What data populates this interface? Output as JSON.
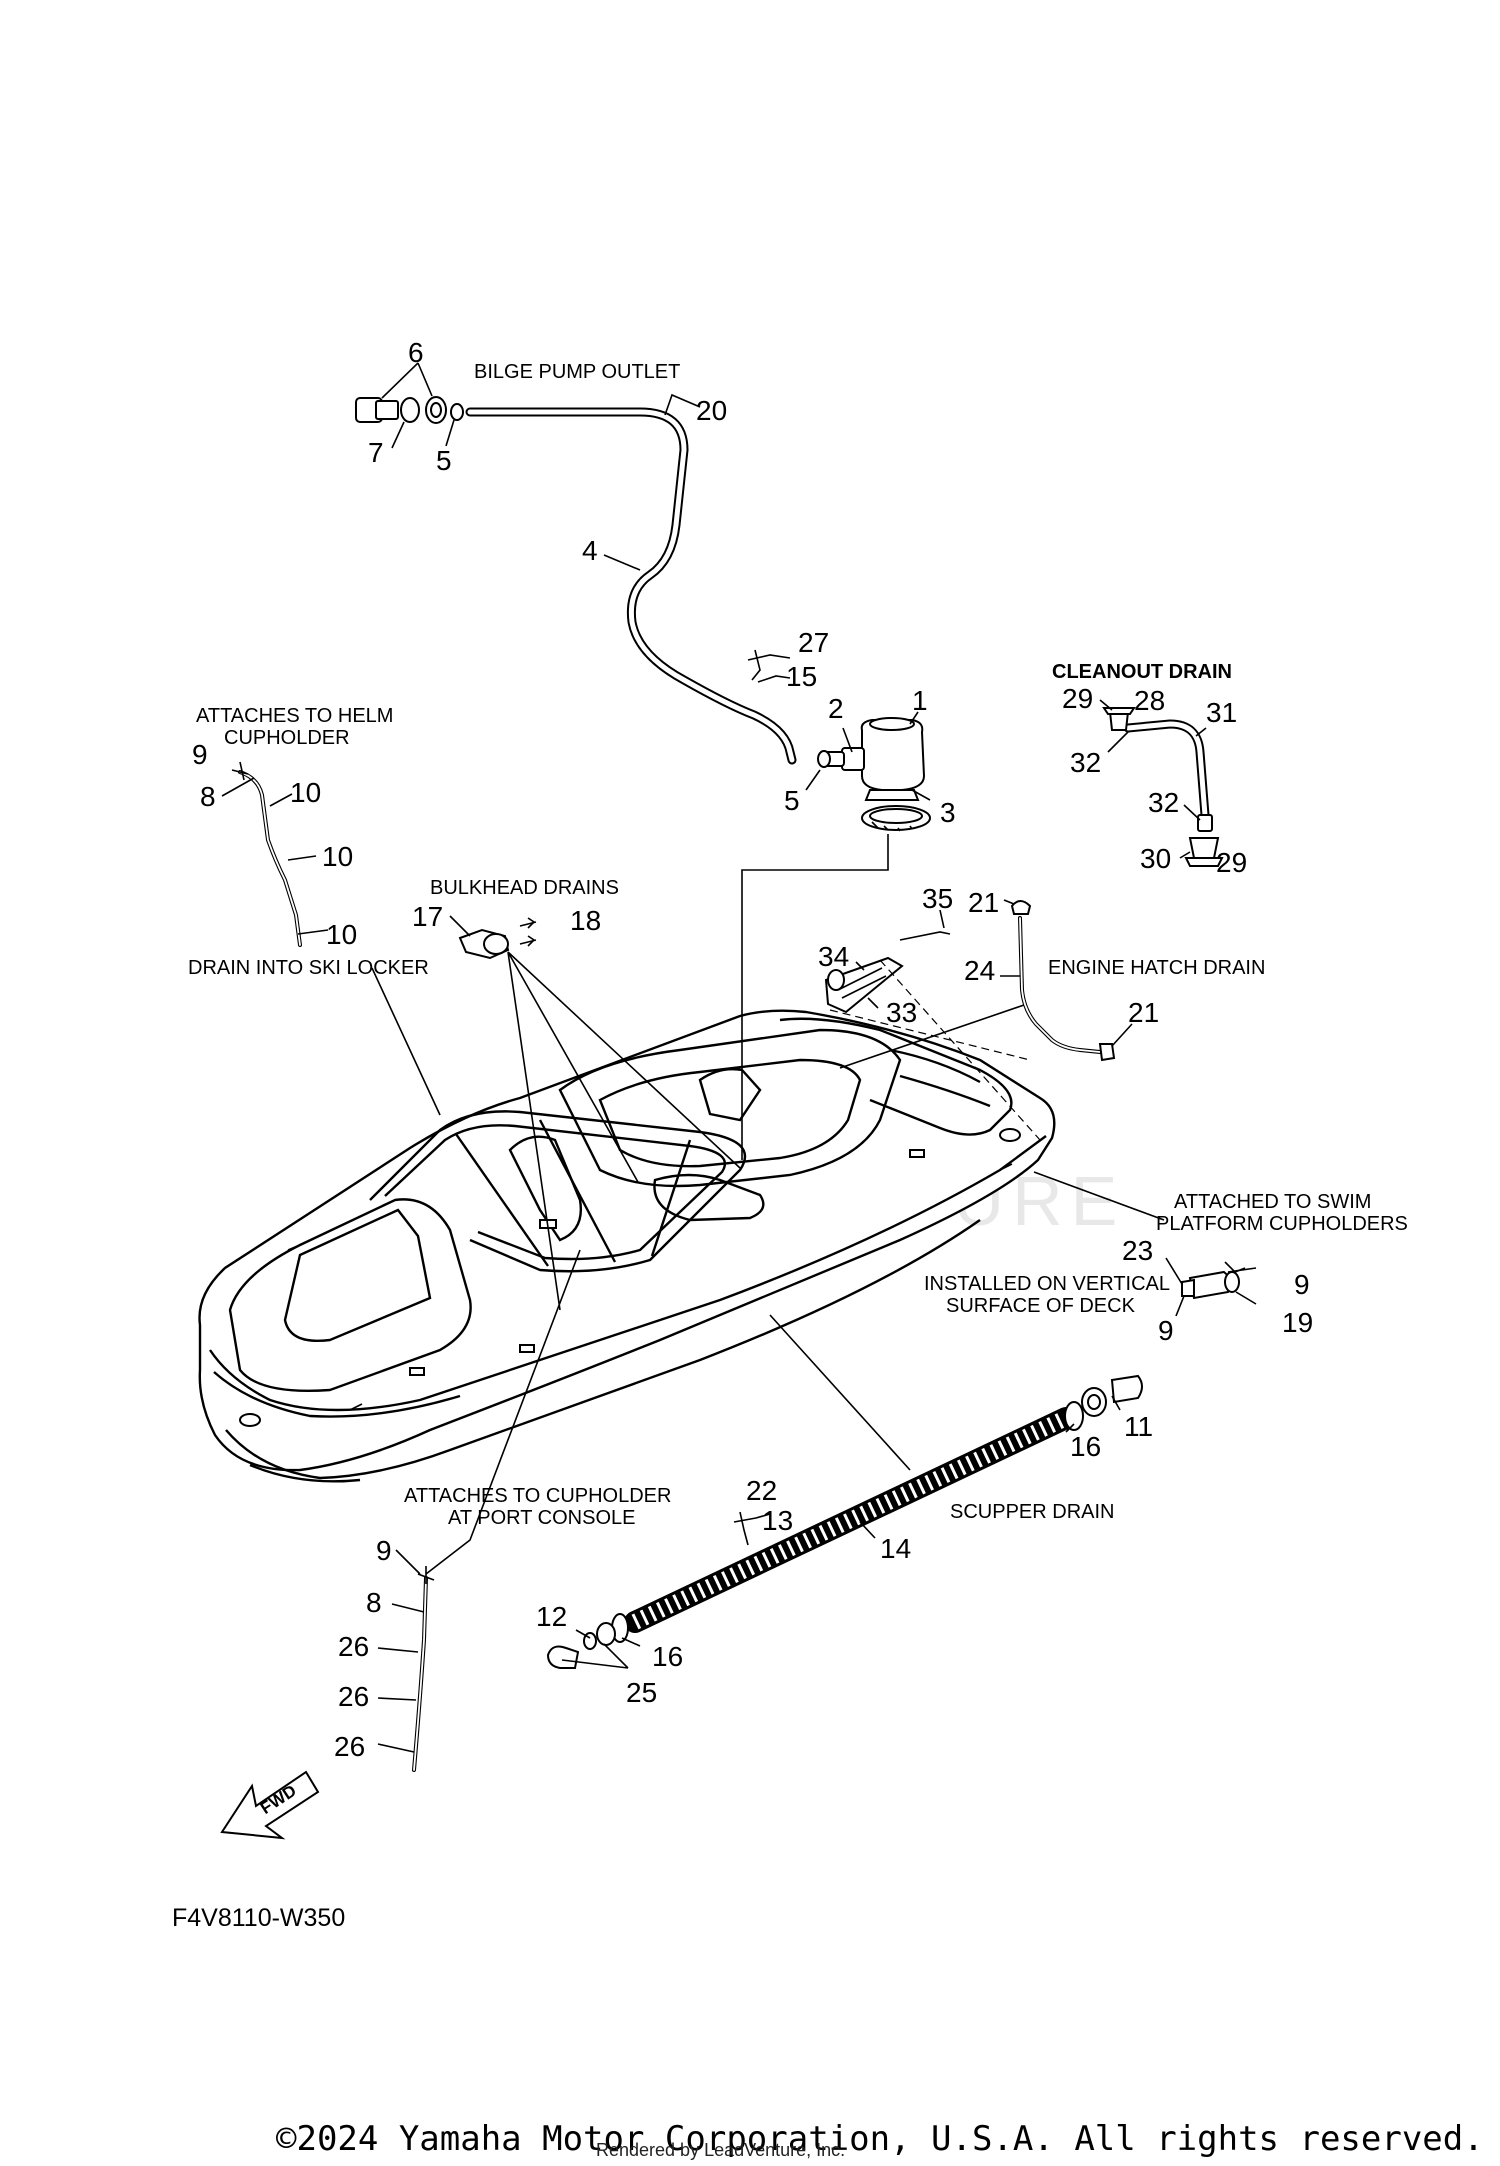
{
  "labels": {
    "bilge_pump_outlet": "BILGE PUMP OUTLET",
    "cleanout_drain": "CLEANOUT DRAIN",
    "attaches_helm_1": "ATTACHES TO HELM",
    "attaches_helm_2": "CUPHOLDER",
    "bulkhead_drains": "BULKHEAD DRAINS",
    "drain_ski_locker": "DRAIN INTO SKI LOCKER",
    "engine_hatch_drain": "ENGINE HATCH DRAIN",
    "swim_platform_1": "ATTACHED TO SWIM",
    "swim_platform_2": "PLATFORM CUPHOLDERS",
    "vertical_1": "INSTALLED ON VERTICAL",
    "vertical_2": "SURFACE OF DECK",
    "port_console_1": "ATTACHES TO CUPHOLDER",
    "port_console_2": "AT PORT CONSOLE",
    "scupper_drain": "SCUPPER DRAIN",
    "fwd": "FWD"
  },
  "numbers": {
    "n1": "1",
    "n2": "2",
    "n3": "3",
    "n4": "4",
    "n5a": "5",
    "n5b": "5",
    "n6": "6",
    "n7": "7",
    "n8a": "8",
    "n8b": "8",
    "n9a": "9",
    "n9b": "9",
    "n9c": "9",
    "n9d": "9",
    "n10a": "10",
    "n10b": "10",
    "n10c": "10",
    "n11": "11",
    "n12": "12",
    "n13": "13",
    "n14": "14",
    "n15": "15",
    "n16a": "16",
    "n16b": "16",
    "n17": "17",
    "n18": "18",
    "n19": "19",
    "n20": "20",
    "n21a": "21",
    "n21b": "21",
    "n22": "22",
    "n23": "23",
    "n24": "24",
    "n25": "25",
    "n26a": "26",
    "n26b": "26",
    "n26c": "26",
    "n27": "27",
    "n28": "28",
    "n29a": "29",
    "n29b": "29",
    "n30": "30",
    "n31": "31",
    "n32a": "32",
    "n32b": "32",
    "n33": "33",
    "n34": "34",
    "n35": "35"
  },
  "diagram_code": "F4V8110-W350",
  "copyright": "©2024 Yamaha Motor Corporation, U.S.A. All rights reserved.",
  "rendered_by": "Rendered by LeadVenture, Inc.",
  "watermark": "LEADVENTURE"
}
